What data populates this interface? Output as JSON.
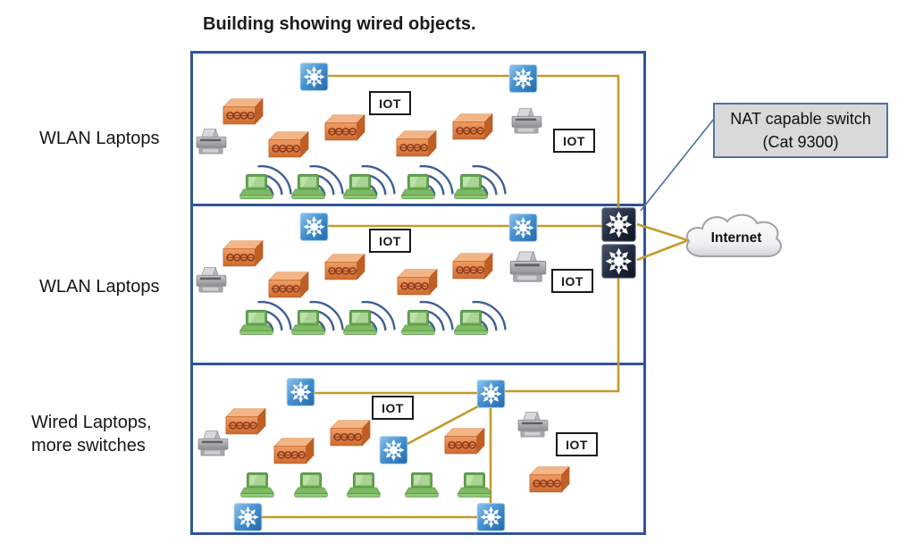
{
  "title": "Building showing wired objects.",
  "labels": {
    "iot_tag": "IOT",
    "internet": "Internet",
    "nat_switch_note": "NAT capable switch (Cat 9300)"
  },
  "floors": [
    {
      "id": "floor-1",
      "side_label": "WLAN Laptops",
      "devices": {
        "access_switches": 2,
        "iot_hubs": 5,
        "printers": 2,
        "wlan_laptops": 5,
        "iot_tags": 2
      }
    },
    {
      "id": "floor-2",
      "side_label": "WLAN Laptops",
      "devices": {
        "access_switches": 2,
        "iot_hubs": 5,
        "printers": 2,
        "wlan_laptops": 5,
        "iot_tags": 2
      }
    },
    {
      "id": "floor-3",
      "side_label": "Wired Laptops, more switches",
      "devices": {
        "access_switches": 5,
        "iot_hubs": 5,
        "printers": 2,
        "wired_laptops": 5,
        "iot_tags": 2
      }
    }
  ],
  "core": {
    "nat_switches": 2,
    "uplink": "Internet"
  },
  "connections": [
    "Floor 1 switch trunk -> NAT switch (upper)",
    "Floor 2 switch trunk -> NAT switch (upper)",
    "NAT switch (lower) -> Floor 3 switch trunk",
    "Floor 3: five switches interconnected",
    "NAT switches -> Internet cloud"
  ],
  "colors": {
    "floor_border": "#2F5597",
    "cable": "#C49A2A",
    "switch_blue": "#3D8FD4",
    "nat_switch_dark": "#1E2638",
    "hub_orange": "#DD7B40",
    "laptop_green": "#7CBA63",
    "wifi_arc": "#3E5E94",
    "callout_line": "#4A6DA7",
    "nat_note_bg": "#D9D9D9"
  }
}
